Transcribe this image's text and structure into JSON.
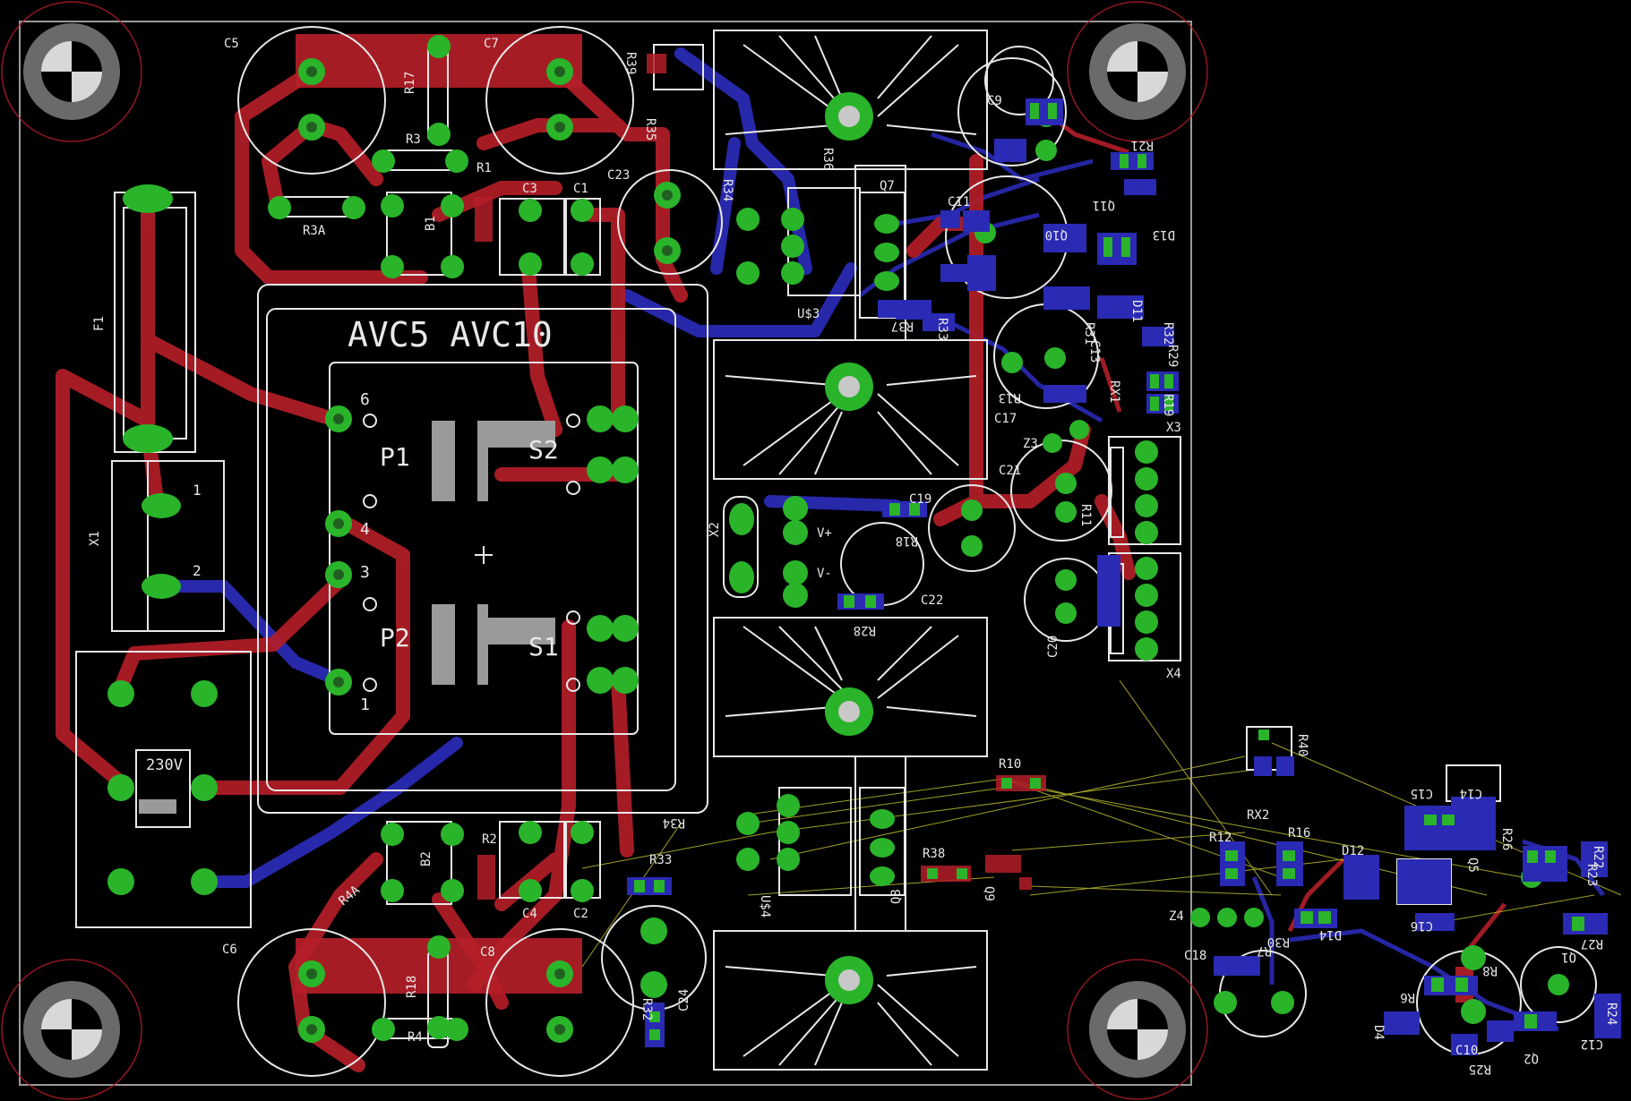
{
  "title_text": "AVC5 AVC10",
  "transformer": {
    "winding_labels": {
      "P1": "P1",
      "P2": "P2",
      "S1": "S1",
      "S2": "S2"
    },
    "pin_numbers": [
      "6",
      "4",
      "3",
      "1"
    ]
  },
  "mains_label": "230V",
  "component_labels": [
    "C5",
    "C7",
    "R39",
    "R17",
    "R3",
    "R1",
    "R3A",
    "B1",
    "C3",
    "C1",
    "C23",
    "R35",
    "R34",
    "R36",
    "Q7",
    "C9",
    "R21",
    "C11",
    "Q10",
    "Q11",
    "D13",
    "D11",
    "R37",
    "R33",
    "R31",
    "R32",
    "R29",
    "R13",
    "R19",
    "C17",
    "C13",
    "RX1",
    "X3",
    "Z3",
    "C21",
    "R11",
    "C19",
    "R18",
    "V+",
    "V-",
    "X2",
    "C22",
    "R28",
    "C20",
    "X4",
    "F1",
    "X1",
    "R10",
    "R40",
    "R38",
    "Q9",
    "R34",
    "R33",
    "U$3",
    "U$4",
    "Q8",
    "B2",
    "R2",
    "C4",
    "C2",
    "R4A",
    "C6",
    "C8",
    "R18",
    "R4",
    "R32",
    "C24",
    "RX2",
    "R12",
    "R16",
    "D12",
    "D14",
    "R30",
    "Z4",
    "C18",
    "R7",
    "C15",
    "C14",
    "R26",
    "R22",
    "C16",
    "Q5",
    "Q1",
    "R27",
    "R6",
    "R8",
    "D4",
    "C10",
    "Q2",
    "C12",
    "R23",
    "R24",
    "R25"
  ],
  "connector_pins": {
    "x1_pin1": "1",
    "x1_pin2": "2"
  },
  "colors": {
    "background": "#000000",
    "top_copper": "#b41e28",
    "bottom_copper": "#2a2ab4",
    "pad": "#2ab42a",
    "silkscreen": "#e8e8e8",
    "airwire": "#c8c832",
    "dimension": "#9a9a9a"
  }
}
